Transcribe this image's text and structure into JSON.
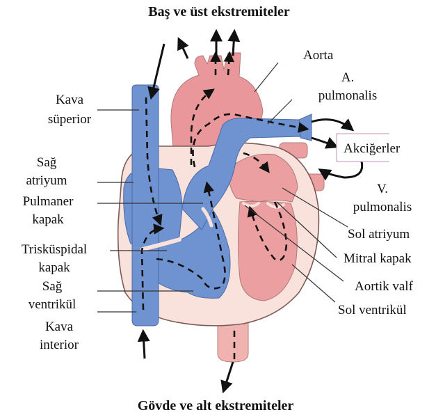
{
  "title_top": "Baş ve üst ekstremiteler",
  "title_bottom": "Gövde ve alt ekstremiteler",
  "labels": {
    "kava_superior": [
      "Kava",
      "süperior"
    ],
    "sag_atriyum": [
      "Sağ",
      "atriyum"
    ],
    "pulmaner_kapak": [
      "Pulmaner",
      "kapak"
    ],
    "triskuspidal_kapak": [
      "Trisküspidal",
      "kapak"
    ],
    "sag_ventrikul": [
      "Sağ",
      "ventrikül"
    ],
    "kava_interior": [
      "Kava",
      "interior"
    ],
    "aorta": "Aorta",
    "a_pulmonalis": [
      "A.",
      "pulmonalis"
    ],
    "akcigerler": "Akciğerler",
    "v_pulmonalis": [
      "V.",
      "pulmonalis"
    ],
    "sol_atriyum": "Sol atriyum",
    "mitral_kapak": "Mitral kapak",
    "aortik_valf": "Aortik valf",
    "sol_ventrikul": "Sol ventrikül"
  },
  "colors": {
    "deoxygenated": "#6f93d1",
    "oxygenated": "#e99296",
    "tissue": "#f8e2db",
    "outline": "#7a5a55"
  }
}
